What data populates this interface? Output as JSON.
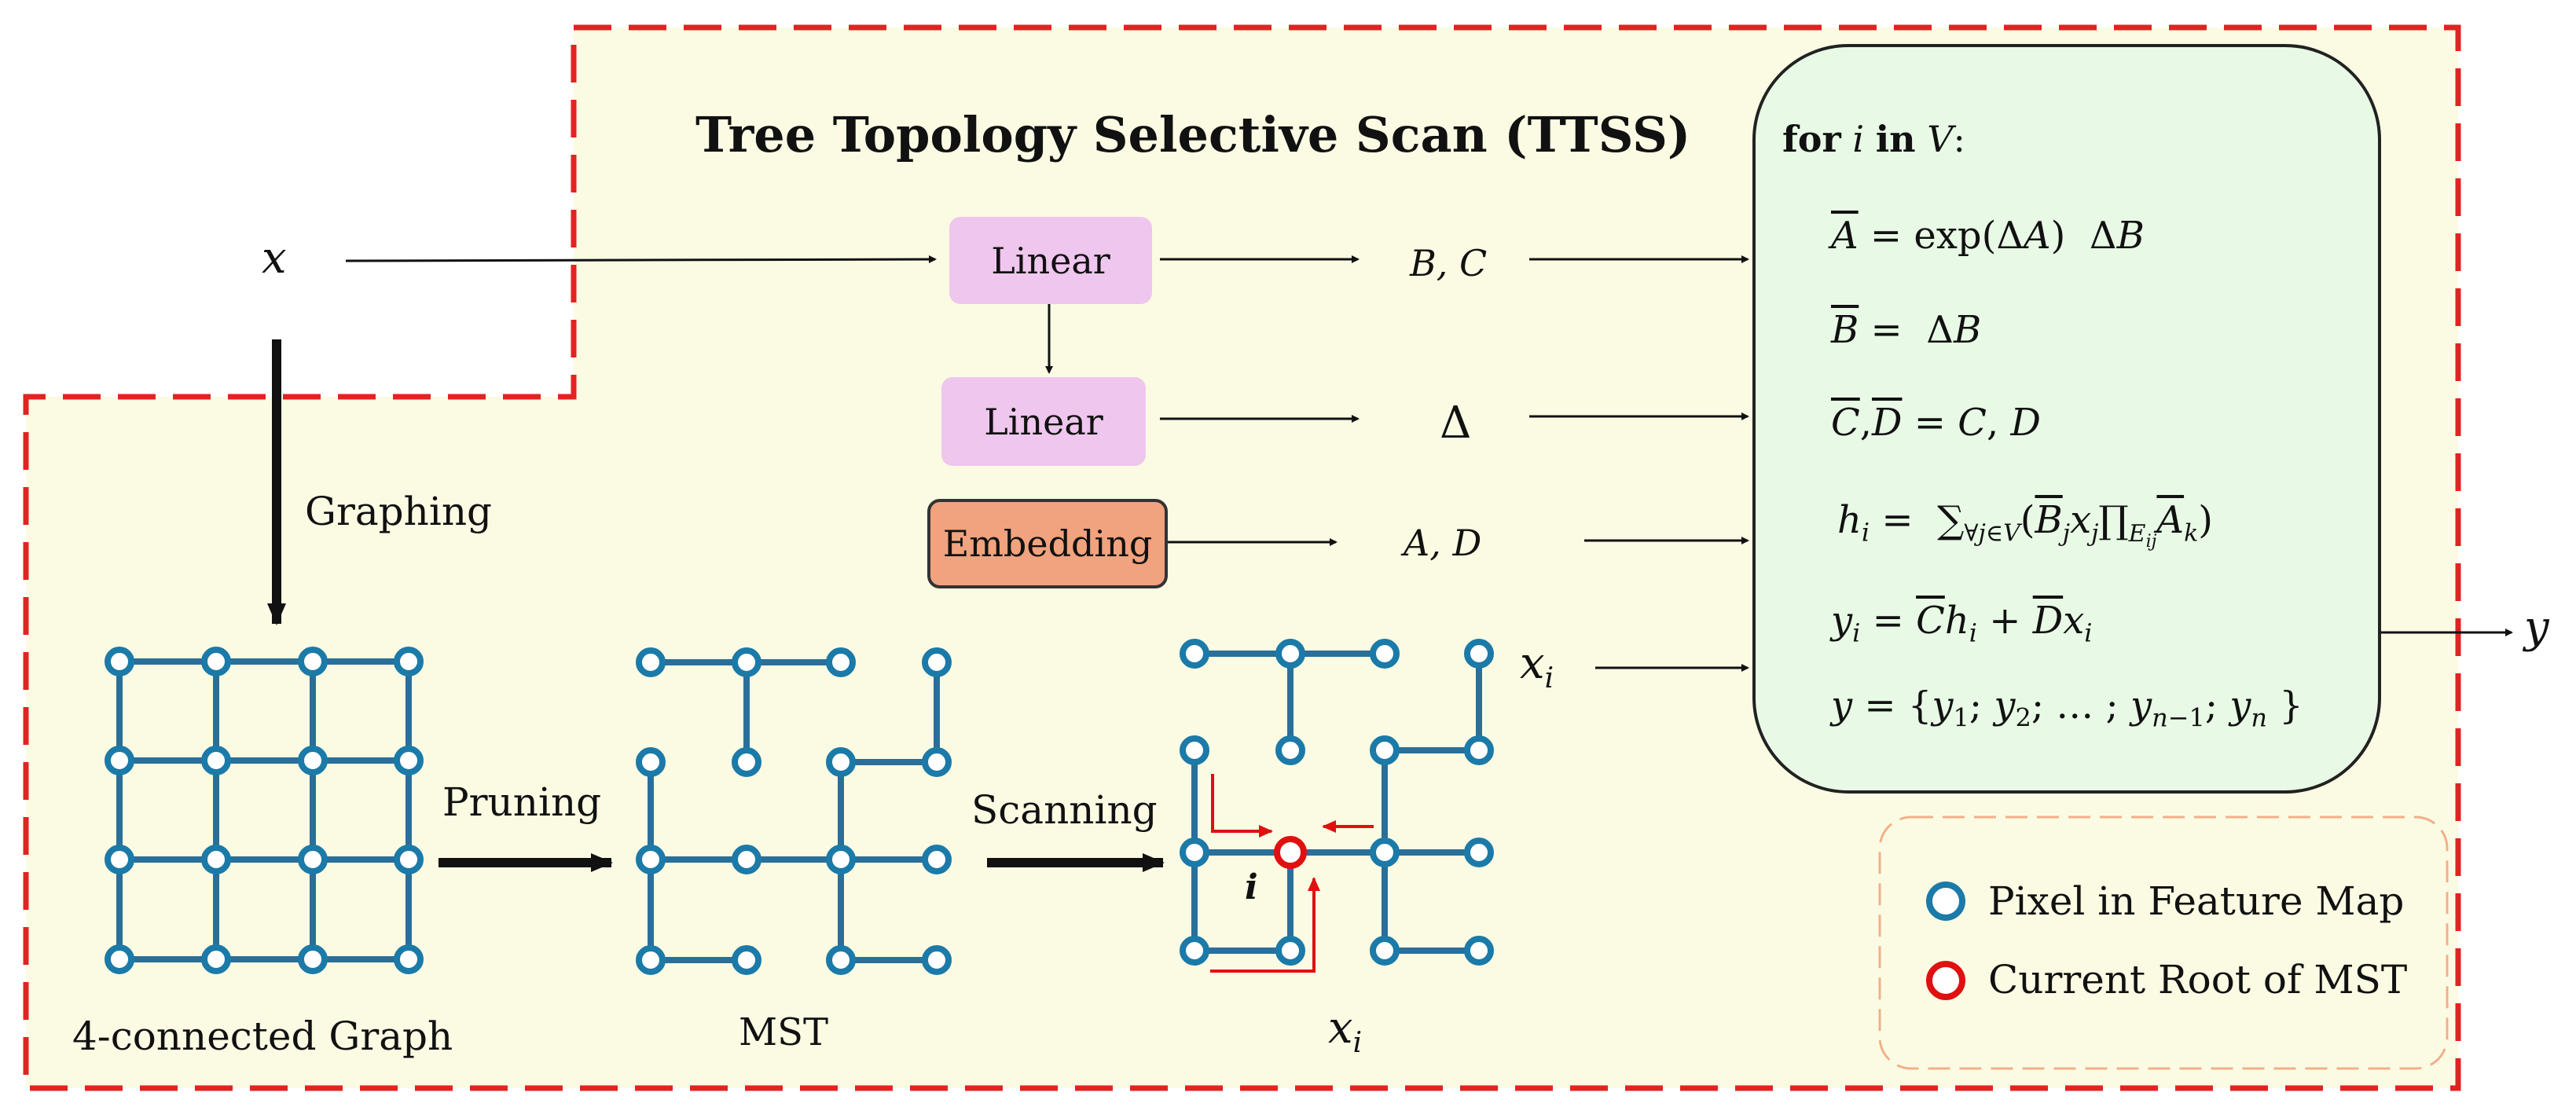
{
  "title": "Tree Topology Selective Scan (TTSS)",
  "input_label": "x",
  "output_label": "y",
  "blocks": {
    "linear1": "Linear",
    "linear2": "Linear",
    "embedding": "Embedding"
  },
  "params": {
    "bc": "B, C",
    "delta": "Δ",
    "ad": "A, D",
    "xi": "x",
    "xi_sub": "i"
  },
  "arrows": {
    "graphing": "Graphing",
    "pruning": "Pruning",
    "scanning": "Scanning"
  },
  "graphs": {
    "grid_caption": "4-connected Graph",
    "mst_caption": "MST",
    "scan_caption": "x",
    "scan_caption_sub": "i",
    "root_label": "i"
  },
  "formula_box": {
    "header_for": "for",
    "header_var": "i",
    "header_in": "in",
    "header_set": "V",
    "header_colon": ":",
    "lines": [
      "A = exp(ΔA)  ΔB",
      "B =  ΔB",
      "C, D = C, D",
      "hᵢ = ∑∀ j∈V (Bⱼ xⱼ ∏Eᵢⱼ Aₖ)",
      "yᵢ = C hᵢ + D xᵢ",
      "y = {y₁; y₂; … ; yₙ₋₁; yₙ }"
    ]
  },
  "legend": {
    "pixel": "Pixel in Feature Map",
    "root": "Current Root of MST"
  },
  "colors": {
    "node": "#1b7aa8",
    "edge": "#2a6f99",
    "root": "#e01010",
    "dashed_border": "#e32222",
    "background": "#fbfbe4",
    "formula_bg": "#e8fae6",
    "linear_bg": "#efc6ee",
    "embedding_bg": "#f0a37e"
  }
}
